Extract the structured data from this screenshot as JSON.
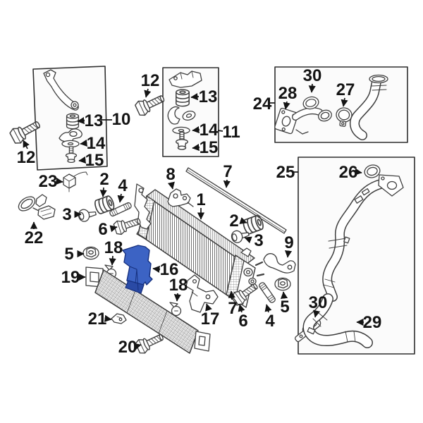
{
  "diagram": {
    "type": "exploded-parts-diagram",
    "colors": {
      "background": "#ffffff",
      "line": "#3f3f3f",
      "label": "#141414",
      "box_background": "#fbfbfb",
      "highlight": "#3c63c4",
      "highlight_shade": "#2a4aa5",
      "highlight_stroke": "#16307e"
    },
    "highlighted_callout": "16",
    "callouts": [
      {
        "label": "1"
      },
      {
        "label": "2"
      },
      {
        "label": "2"
      },
      {
        "label": "3"
      },
      {
        "label": "3"
      },
      {
        "label": "4"
      },
      {
        "label": "4"
      },
      {
        "label": "5"
      },
      {
        "label": "5"
      },
      {
        "label": "6"
      },
      {
        "label": "6"
      },
      {
        "label": "7"
      },
      {
        "label": "7"
      },
      {
        "label": "8"
      },
      {
        "label": "9"
      },
      {
        "label": "10"
      },
      {
        "label": "11"
      },
      {
        "label": "12"
      },
      {
        "label": "12"
      },
      {
        "label": "13"
      },
      {
        "label": "13"
      },
      {
        "label": "14"
      },
      {
        "label": "14"
      },
      {
        "label": "15"
      },
      {
        "label": "15"
      },
      {
        "label": "16"
      },
      {
        "label": "17"
      },
      {
        "label": "18"
      },
      {
        "label": "18"
      },
      {
        "label": "19"
      },
      {
        "label": "20"
      },
      {
        "label": "21"
      },
      {
        "label": "22"
      },
      {
        "label": "23"
      },
      {
        "label": "24"
      },
      {
        "label": "25"
      },
      {
        "label": "26"
      },
      {
        "label": "27"
      },
      {
        "label": "28"
      },
      {
        "label": "29"
      },
      {
        "label": "30"
      },
      {
        "label": "30"
      }
    ]
  }
}
